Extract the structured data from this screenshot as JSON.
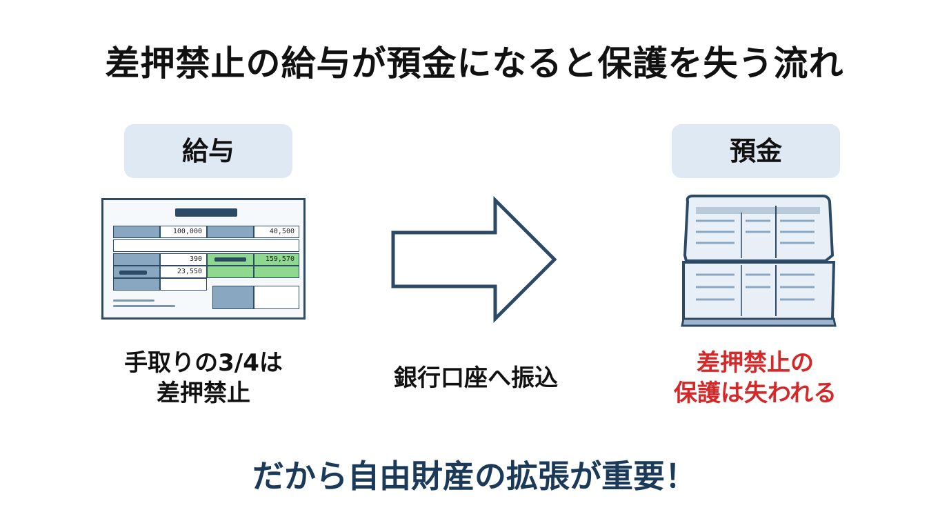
{
  "title": "差押禁止の給与が預金になると保護を失う流れ",
  "left": {
    "label": "給与",
    "slip_values": {
      "r1c2": "100,000",
      "r1c4": "40,500",
      "r3c2": "390",
      "r3c4": "159,570",
      "r4c2": "23,550"
    },
    "caption_line1": "手取りの3/4は",
    "caption_line2": "差押禁止"
  },
  "middle": {
    "caption": "銀行口座へ振込",
    "arrow_icon": "right-arrow-icon"
  },
  "right": {
    "label": "預金",
    "passbook_icon": "bank-passbook-icon",
    "caption_line1": "差押禁止の",
    "caption_line2": "保護は失われる"
  },
  "bottom_message": "だから自由財産の拡張が重要！",
  "colors": {
    "label_bg": "#dfe9f3",
    "outline": "#2c4a65",
    "warning_red": "#d62828",
    "bottom_text": "#1b3a5a",
    "highlight_green": "#8fd88f"
  }
}
